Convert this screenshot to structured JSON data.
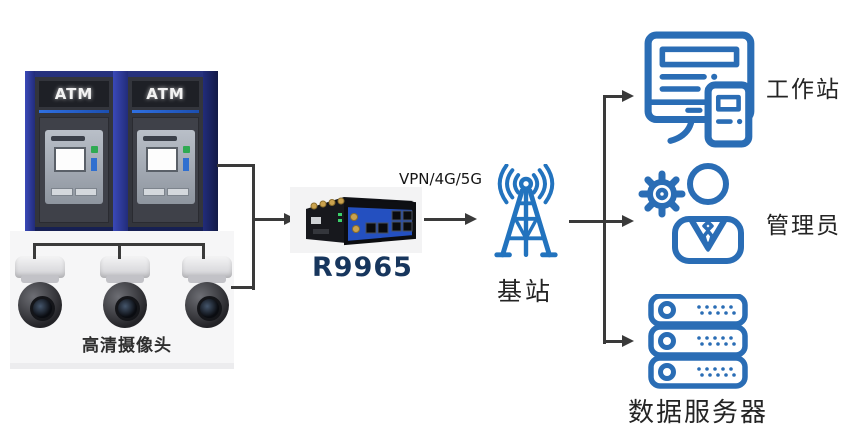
{
  "diagram": {
    "nodes": {
      "atm": {
        "labels": [
          "ATM",
          "ATM"
        ]
      },
      "cameras": {
        "label": "高清摄像头",
        "count": 3
      },
      "router": {
        "model": "R9965"
      },
      "uplink": {
        "label": "VPN/4G/5G"
      },
      "base_station": {
        "label": "基站"
      },
      "workstation": {
        "label": "工作站"
      },
      "administrator": {
        "label": "管理员"
      },
      "data_server": {
        "label": "数据服务器"
      }
    },
    "colors": {
      "icon_blue": "#2471B8",
      "connector": "#3A3A3A",
      "router_model_text": "#17365D",
      "router_panel_blue": "#2450C0"
    }
  }
}
